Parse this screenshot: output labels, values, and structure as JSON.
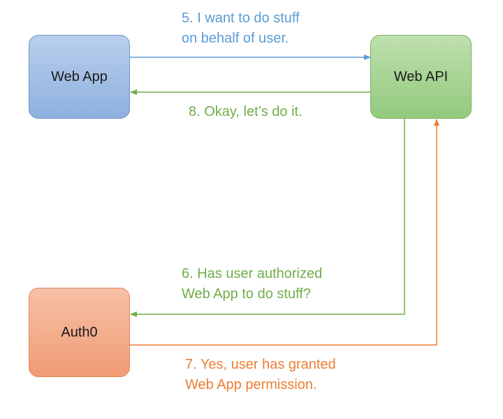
{
  "nodes": {
    "web_app": "Web App",
    "web_api": "Web API",
    "auth0": "Auth0"
  },
  "messages": {
    "step5": {
      "line1": "5. I want to do stuff",
      "line2": "on behalf of user."
    },
    "step8": {
      "line1": "8. Okay, let’s do it."
    },
    "step6": {
      "line1": "6. Has user authorized",
      "line2": "Web App to do stuff?"
    },
    "step7": {
      "line1": "7. Yes, user has granted",
      "line2": "Web App permission."
    }
  },
  "colors": {
    "blue": "#5b9bd5",
    "green": "#70ad47",
    "orange": "#ed7d31"
  }
}
